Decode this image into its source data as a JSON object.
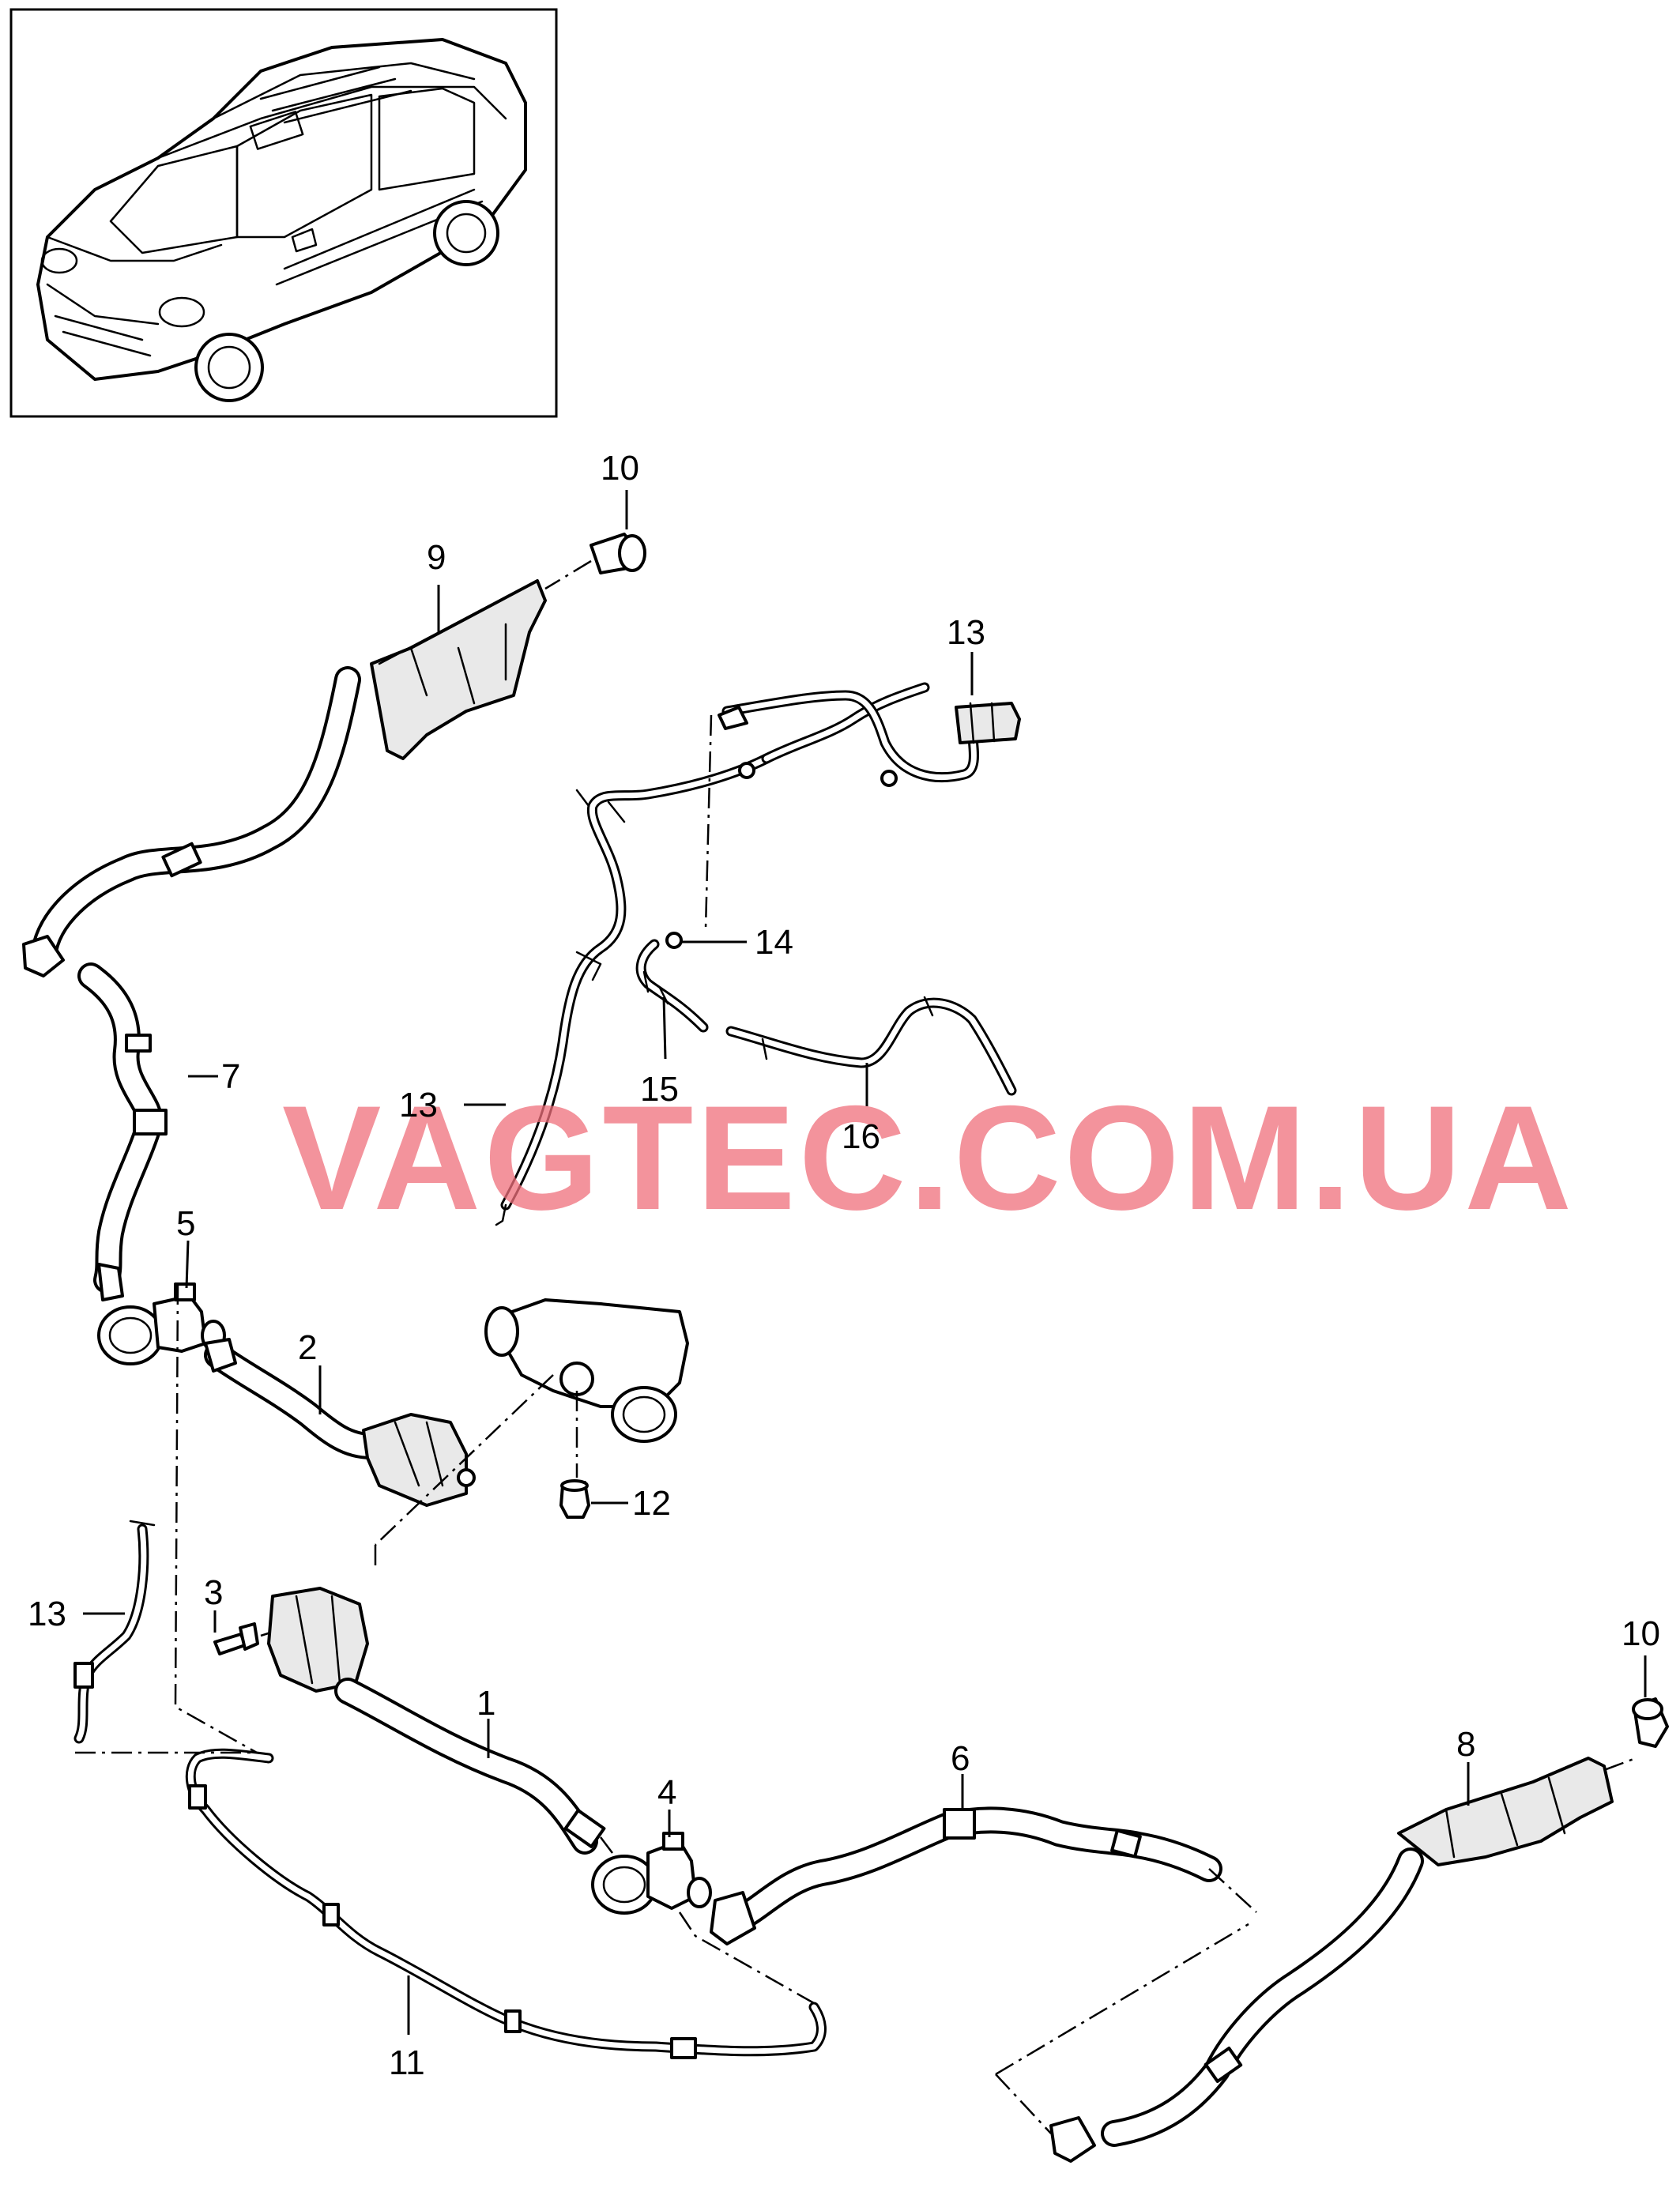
{
  "watermark": "VAGTEC.COM.UA",
  "callouts": {
    "c1": "1",
    "c2": "2",
    "c3": "3",
    "c4": "4",
    "c5": "5",
    "c6": "6",
    "c7": "7",
    "c8": "8",
    "c9": "9",
    "c10a": "10",
    "c10b": "10",
    "c11": "11",
    "c12": "12",
    "c13a": "13",
    "c13b": "13",
    "c13c": "13",
    "c14": "14",
    "c15": "15",
    "c16": "16"
  },
  "colors": {
    "watermark": "#ef6f7b",
    "line": "#000000",
    "background": "#ffffff"
  }
}
